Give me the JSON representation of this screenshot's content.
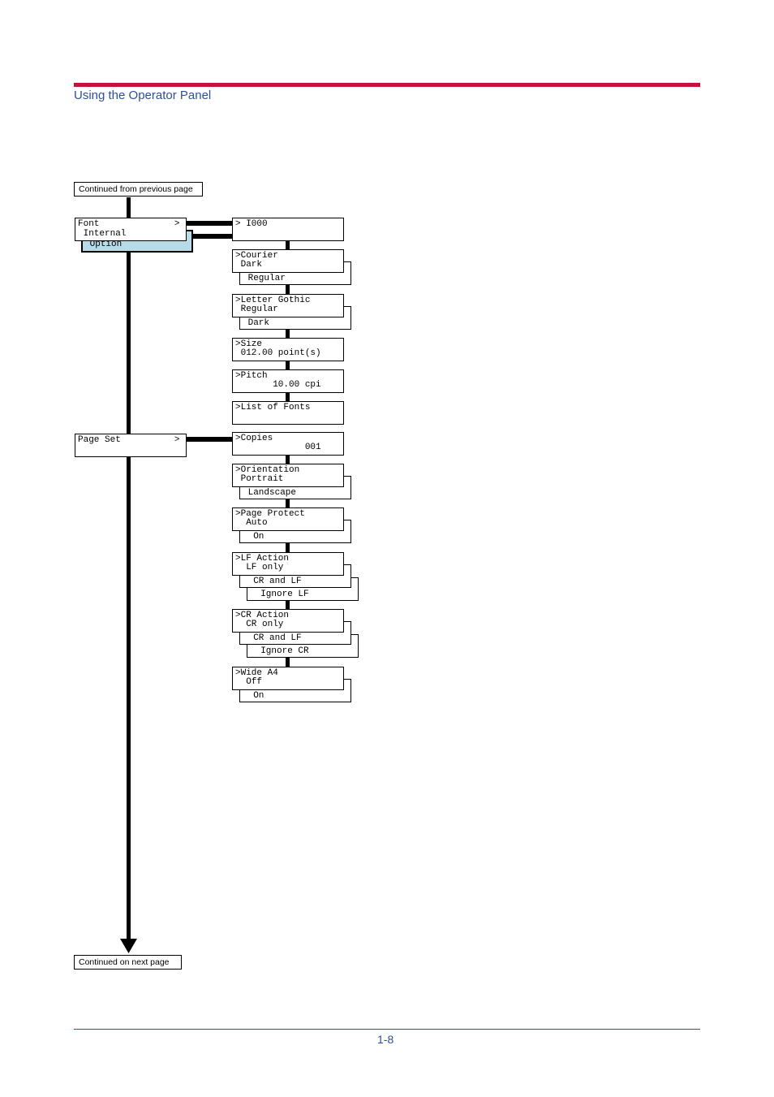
{
  "header": {
    "title": "Using the Operator Panel",
    "page_number": "1-8"
  },
  "notes": {
    "continued_from": "Continued from previous page",
    "continued_on": "Continued on next page"
  },
  "font_menu": {
    "line1": "Font              >",
    "line2": " Internal",
    "option": " Option"
  },
  "page_set_menu": {
    "line1": "Page Set          >"
  },
  "font_sub": {
    "i000": "> I000",
    "courier": {
      "l1": ">Courier",
      "l2": " Dark",
      "alt": " Regular"
    },
    "letter_gothic": {
      "l1": ">Letter Gothic",
      "l2": " Regular",
      "alt": " Dark"
    },
    "size": {
      "l1": ">Size",
      "l2": " 012.00 point(s)"
    },
    "pitch": {
      "l1": ">Pitch",
      "l2": "       10.00 cpi"
    },
    "list_fonts": {
      "l1": ">List of Fonts"
    }
  },
  "page_sub": {
    "copies": {
      "l1": ">Copies",
      "l2": "             001"
    },
    "orientation": {
      "l1": ">Orientation",
      "l2": " Portrait",
      "alt": " Landscape"
    },
    "page_protect": {
      "l1": ">Page Protect",
      "l2": "  Auto",
      "alt": "  On"
    },
    "lf_action": {
      "l1": ">LF Action",
      "l2": "  LF only",
      "alt1": "  CR and LF",
      "alt2": "  Ignore LF"
    },
    "cr_action": {
      "l1": ">CR Action",
      "l2": "  CR only",
      "alt1": "  CR and LF",
      "alt2": "  Ignore CR"
    },
    "wide_a4": {
      "l1": ">Wide A4",
      "l2": "  Off",
      "alt": "  On"
    }
  }
}
